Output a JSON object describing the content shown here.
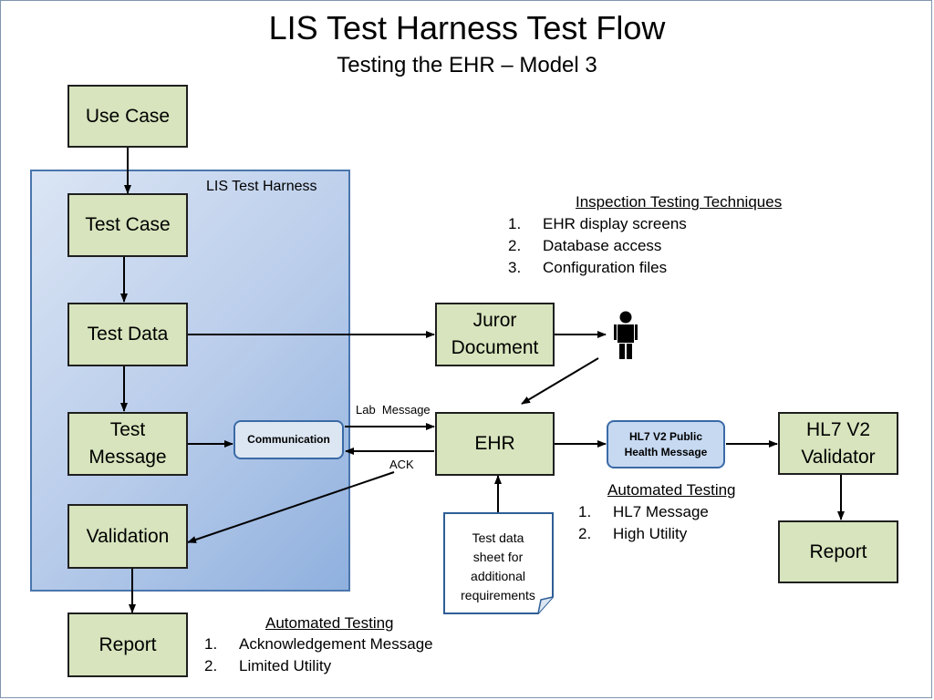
{
  "slide": {
    "title": "LIS Test Harness Test Flow",
    "subtitle": "Testing the EHR – Model 3"
  },
  "harness_label": "LIS Test Harness",
  "boxes": {
    "use_case": "Use Case",
    "test_case": "Test Case",
    "test_data": "Test Data",
    "test_message_1": "Test",
    "test_message_2": "Message",
    "validation": "Validation",
    "report_left": "Report",
    "juror_1": "Juror",
    "juror_2": "Document",
    "ehr": "EHR",
    "validator_1": "HL7 V2",
    "validator_2": "Validator",
    "report_right": "Report"
  },
  "pills": {
    "communication": "Communication",
    "hl7_msg_1": "HL7 V2 Public",
    "hl7_msg_2": "Health Message"
  },
  "edge_labels": {
    "lab_message": "Lab  Message",
    "ack": "ACK"
  },
  "note": {
    "line1": "Test data",
    "line2": "sheet for",
    "line3": "additional",
    "line4": "requirements"
  },
  "inspection": {
    "heading": "Inspection Testing Techniques",
    "items": [
      {
        "num": "1.",
        "text": "EHR display screens"
      },
      {
        "num": "2.",
        "text": "Database access"
      },
      {
        "num": "3.",
        "text": "Configuration files"
      }
    ]
  },
  "automated_right": {
    "heading": "Automated Testing",
    "items": [
      {
        "num": "1.",
        "text": "HL7 Message"
      },
      {
        "num": "2.",
        "text": "High Utility"
      }
    ]
  },
  "automated_bottom": {
    "heading": "Automated Testing",
    "items": [
      {
        "num": "1.",
        "text": "Acknowledgement Message"
      },
      {
        "num": "2.",
        "text": "Limited Utility"
      }
    ]
  },
  "icons": {
    "person": "person-icon",
    "document": "document-note-icon"
  },
  "colors": {
    "box_fill": "#d7e4bd",
    "harness_border": "#4a76ad",
    "pill_fill": "#c6d9f1",
    "pill_border": "#3b6aa6"
  }
}
